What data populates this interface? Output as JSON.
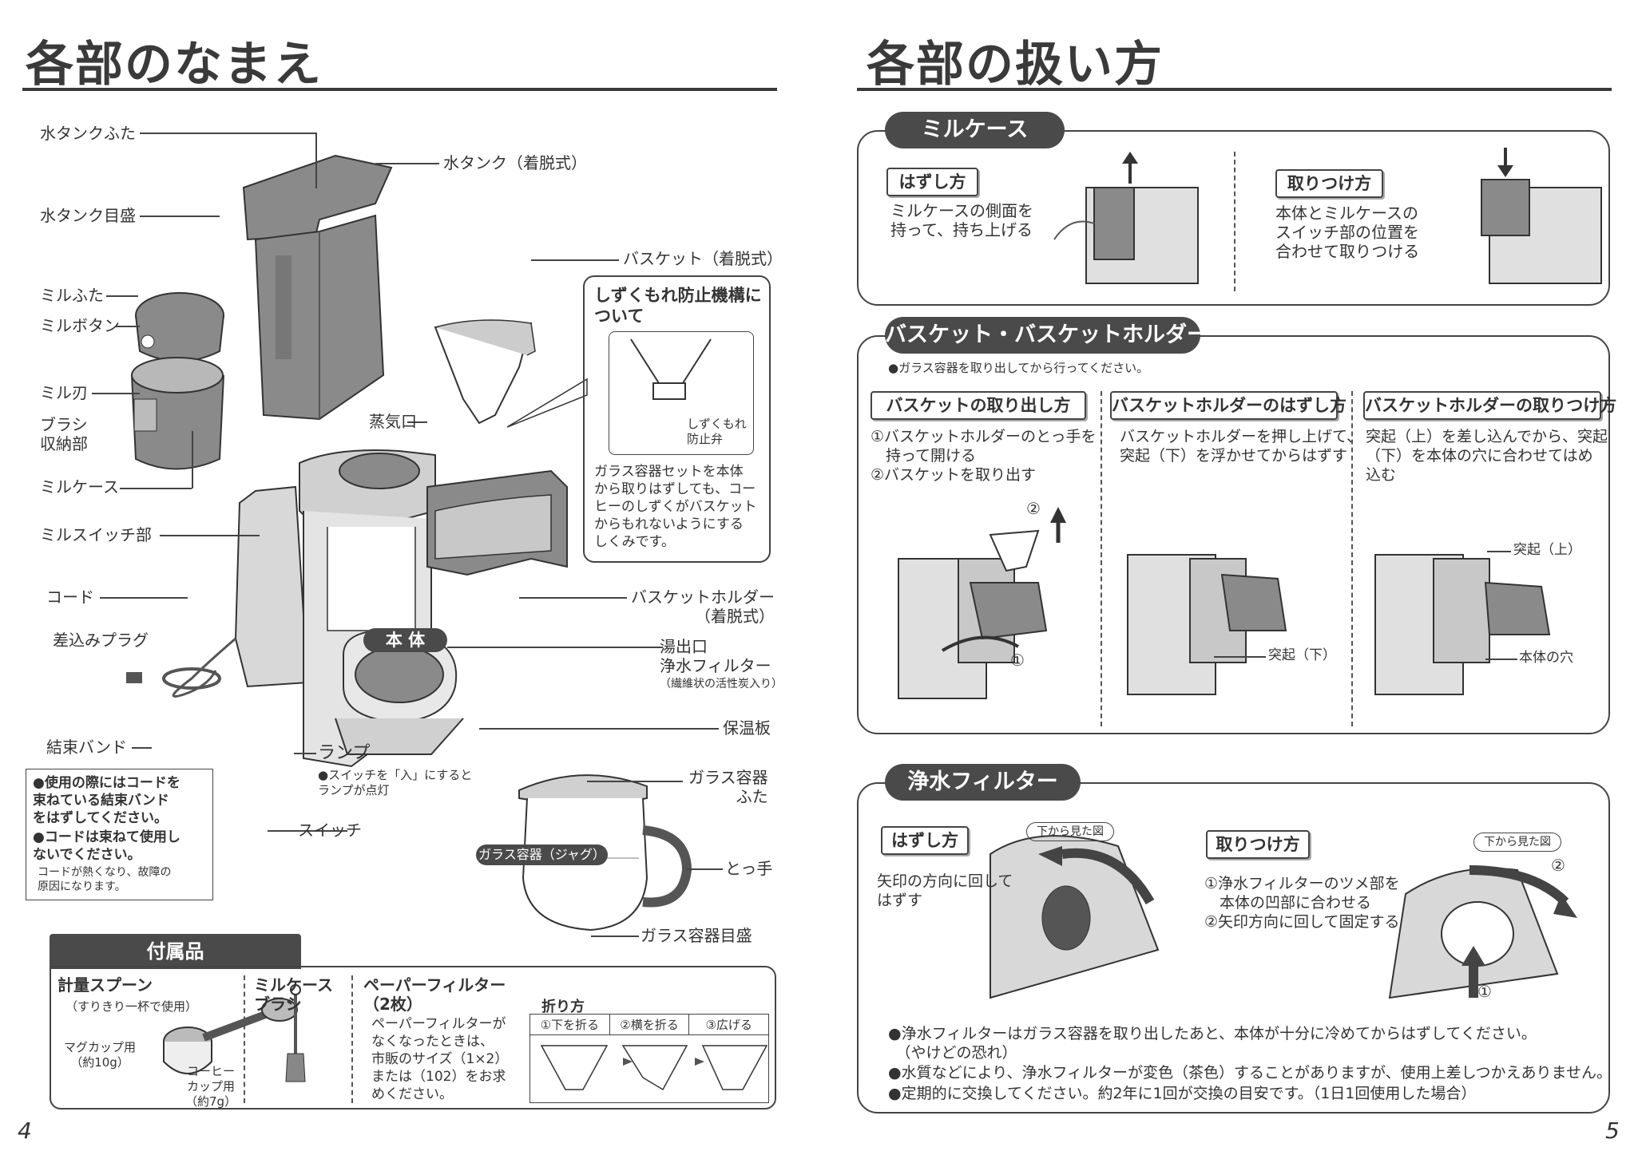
{
  "left_page": {
    "title": "各部のなまえ",
    "labels": {
      "tank_lid": "水タンクふた",
      "tank": "水タンク（着脱式）",
      "tank_scale": "水タンク目盛",
      "mill_lid": "ミルふた",
      "mill_button": "ミルボタン",
      "mill_blade": "ミル刃",
      "brush_storage": "ブラシ\n収納部",
      "mill_case": "ミルケース",
      "mill_switch": "ミルスイッチ部",
      "cord": "コード",
      "plug": "差込みプラグ",
      "band": "結束バンド",
      "basket": "バスケット（着脱式）",
      "steam": "蒸気口",
      "basket_holder": "バスケットホルダー\n（着脱式）",
      "outlet": "湯出口",
      "water_filter": "浄水フィルター",
      "water_filter_note": "（繊維状の活性炭入り）",
      "body": "本 体",
      "warmer": "保温板",
      "lamp": "ランプ",
      "lamp_note": "●スイッチを「入」にすると\nランプが点灯",
      "switch": "スイッチ",
      "glass_lid": "ガラス容器\nふた",
      "glass_jug": "ガラス容器（ジャグ）",
      "handle": "とっ手",
      "glass_scale": "ガラス容器目盛"
    },
    "drip_box": {
      "title": "しずくもれ防止機構に\nついて",
      "valve": "しずくもれ\n防止弁",
      "text": "ガラス容器セットを本体\nから取りはずしても、コー\nヒーのしずくがバスケット\nからもれないようにする\nしくみです。"
    },
    "cord_note": {
      "line1": "●使用の際にはコードを\n束ねている結束バンド\nをはずしてください。",
      "line2": "●コードは束ねて使用し\nないでください。",
      "line3": "コードが熱くなり、故障の\n原因になります。"
    },
    "accessories": {
      "title": "付属品",
      "spoon_title": "計量スプーン",
      "spoon_note": "（すりきり一杯で使用）",
      "mug": "マグカップ用\n（約10g）",
      "cup": "コーヒー\nカップ用\n（約7g）",
      "brush_title": "ミルケース\nブラシ",
      "paper_title": "ペーパーフィルター\n（2枚）",
      "paper_text": "ペーパーフィルターが\nなくなったときは、\n市販のサイズ（1×2）\nまたは（102）をお求\nめください。",
      "fold_title": "折り方",
      "fold_steps": [
        "①下を折る",
        "②横を折る",
        "③広げる"
      ]
    },
    "page_number": "4"
  },
  "right_page": {
    "title": "各部の扱い方",
    "mill_case": {
      "title": "ミルケース",
      "remove_tab": "はずし方",
      "remove_text": "ミルケースの側面を\n持って、持ち上げる",
      "attach_tab": "取りつけ方",
      "attach_text": "本体とミルケースの\nスイッチ部の位置を\n合わせて取りつける"
    },
    "basket": {
      "title": "バスケット・バスケットホルダー",
      "note": "●ガラス容器を取り出してから行ってください。",
      "col1_tab": "バスケットの取り出し方",
      "col1_text": "①バスケットホルダーのとっ手を\n　持って開ける\n②バスケットを取り出す",
      "col2_tab": "バスケットホルダーのはずし方",
      "col2_text": "バスケットホルダーを押し上げて、\n突起（下）を浮かせてからはずす",
      "col3_tab": "バスケットホルダーの取りつけ方",
      "col3_text": "突起（上）を差し込んでから、突起\n（下）を本体の穴に合わせてはめ\n込む",
      "num1": "①",
      "num2": "②",
      "lower_bump": "突起（下）",
      "upper_bump": "突起（上）",
      "body_hole": "本体の穴"
    },
    "filter": {
      "title": "浄水フィルター",
      "remove_tab": "はずし方",
      "remove_text": "矢印の方向に回して\nはずす",
      "view1": "下から見た図",
      "attach_tab": "取りつけ方",
      "attach_text": "①浄水フィルターのツメ部を\n　本体の凹部に合わせる\n②矢印方向に回して固定する",
      "view2": "下から見た図",
      "num1": "①",
      "num2": "②",
      "notes": [
        "●浄水フィルターはガラス容器を取り出したあと、本体が十分に冷めてからはずしてください。\n　（やけどの恐れ）",
        "●水質などにより、浄水フィルターが変色（茶色）することがありますが、使用上差しつかえありません。",
        "●定期的に交換してください。約2年に1回が交換の目安です。（1日1回使用した場合）"
      ]
    },
    "page_number": "5"
  },
  "colors": {
    "ink": "#333333",
    "pill": "#4a4a4a",
    "shade": "#8a8a8a",
    "light": "#d8d8d8"
  }
}
